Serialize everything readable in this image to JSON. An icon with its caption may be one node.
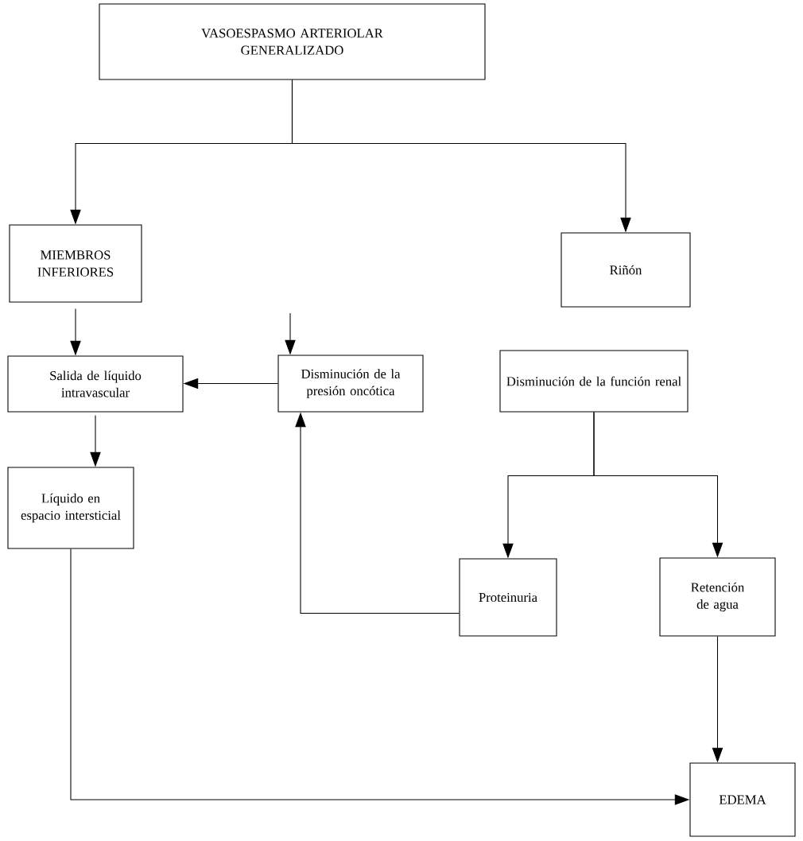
{
  "diagram": {
    "nodes": [
      {
        "text": [
          "VASOESPASMO ARTERIOLAR GENERALIZADO"
        ]
      },
      {
        "text": [
          "MIEMBROS INFERIORES"
        ]
      },
      {
        "text": [
          "Riñón"
        ]
      },
      {
        "text": [
          "Salida de líquido intravascular"
        ]
      },
      {
        "text": [
          "Disminución de la presión oncótica"
        ]
      },
      {
        "text": [
          "Disminución de la función renal"
        ]
      },
      {
        "text": [
          "Líquido en espacio intersticial"
        ]
      },
      {
        "text": [
          "Proteinuria"
        ]
      },
      {
        "text": [
          "Retención de agua"
        ]
      },
      {
        "text": [
          "EDEMA"
        ]
      }
    ],
    "edges": [
      {
        "from": 0,
        "to": 1,
        "arrow": "to"
      },
      {
        "from": 0,
        "to": 2,
        "arrow": "to"
      },
      {
        "from": 1,
        "to": 3,
        "arrow": "to"
      },
      {
        "from": null,
        "to": 4,
        "arrow": "to"
      },
      {
        "from": 4,
        "to": 3,
        "arrow": "to"
      },
      {
        "from": 3,
        "to": 6,
        "arrow": "to"
      },
      {
        "from": 5,
        "to": 7,
        "arrow": "to"
      },
      {
        "from": 5,
        "to": 8,
        "arrow": "to"
      },
      {
        "from": 7,
        "to": 4,
        "arrow": "to"
      },
      {
        "from": 8,
        "to": 9,
        "arrow": "to"
      },
      {
        "from": 6,
        "to": 9,
        "arrow": "to"
      }
    ]
  }
}
